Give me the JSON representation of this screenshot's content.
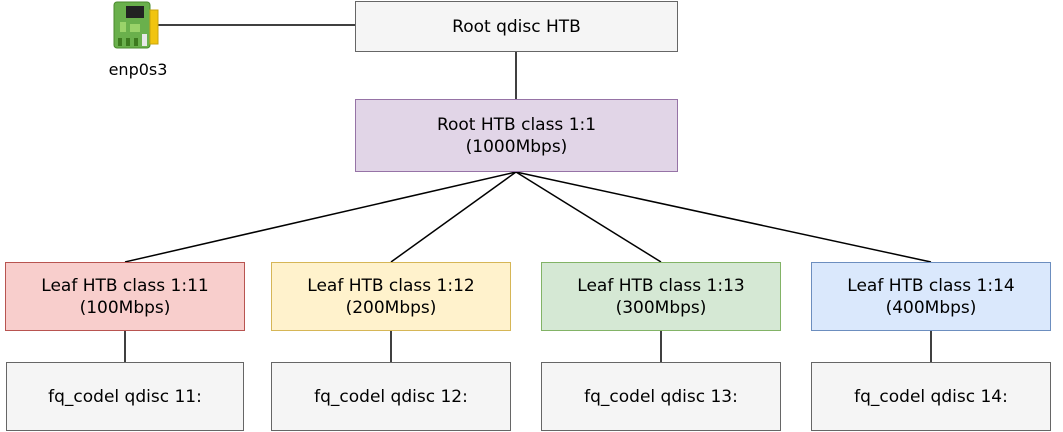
{
  "interface": {
    "name": "enp0s3",
    "icon": "network-card-icon"
  },
  "root_qdisc": {
    "label": "Root qdisc HTB",
    "fill": "#f5f5f5",
    "stroke": "#666666"
  },
  "root_class": {
    "label": "Root HTB class 1:1\n(1000Mbps)",
    "fill": "#e1d5e7",
    "stroke": "#9673a6"
  },
  "leaf_classes": [
    {
      "label": "Leaf HTB class 1:11\n(100Mbps)",
      "fill": "#f8cecc",
      "stroke": "#b85450"
    },
    {
      "label": "Leaf HTB class 1:12\n(200Mbps)",
      "fill": "#fff2cc",
      "stroke": "#d6b656"
    },
    {
      "label": "Leaf HTB class 1:13\n(300Mbps)",
      "fill": "#d5e8d4",
      "stroke": "#82b366"
    },
    {
      "label": "Leaf HTB class 1:14\n(400Mbps)",
      "fill": "#dae8fc",
      "stroke": "#6c8ebf"
    }
  ],
  "leaf_qdiscs": [
    {
      "label": "fq_codel qdisc 11:",
      "fill": "#f5f5f5",
      "stroke": "#666666"
    },
    {
      "label": "fq_codel qdisc 12:",
      "fill": "#f5f5f5",
      "stroke": "#666666"
    },
    {
      "label": "fq_codel qdisc 13:",
      "fill": "#f5f5f5",
      "stroke": "#666666"
    },
    {
      "label": "fq_codel qdisc 14:",
      "fill": "#f5f5f5",
      "stroke": "#666666"
    }
  ]
}
